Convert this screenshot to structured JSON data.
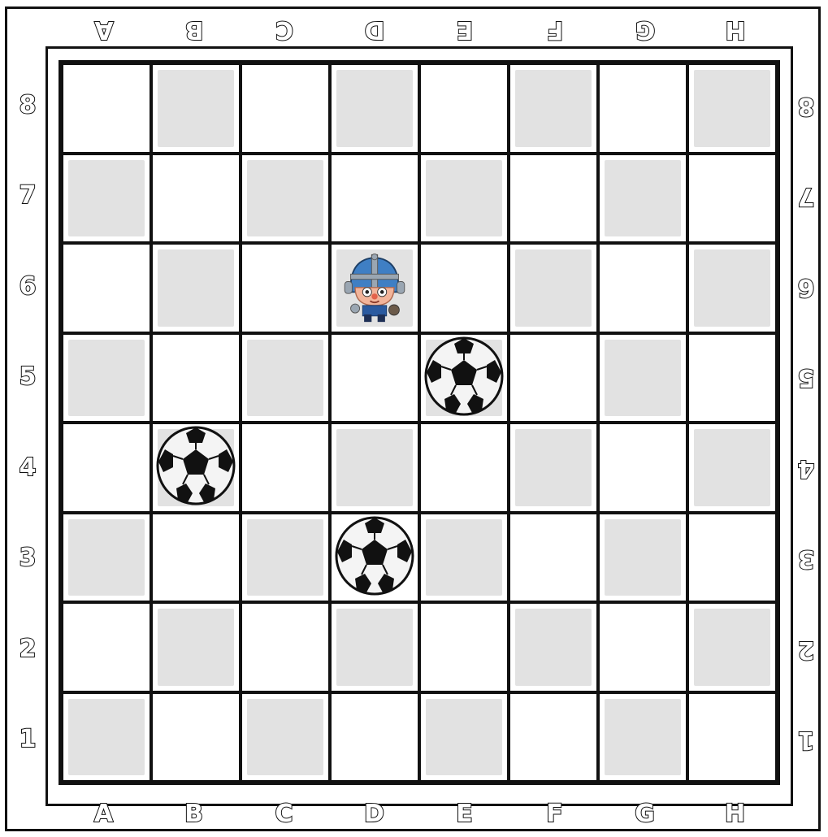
{
  "board": {
    "files_bottom": [
      "A",
      "B",
      "C",
      "D",
      "E",
      "F",
      "G",
      "H"
    ],
    "files_top": [
      "A",
      "B",
      "C",
      "D",
      "E",
      "F",
      "G",
      "H"
    ],
    "ranks_left": [
      "8",
      "7",
      "6",
      "5",
      "4",
      "3",
      "2",
      "1"
    ],
    "ranks_right": [
      "8",
      "7",
      "6",
      "5",
      "4",
      "3",
      "2",
      "1"
    ],
    "shaded_color": "#e2e2e2",
    "line_color": "#111111"
  },
  "pieces": [
    {
      "square": "D6",
      "type": "knight-character",
      "icon": "helmet-knight-icon"
    },
    {
      "square": "E5",
      "type": "soccer-ball",
      "icon": "soccer-ball-icon"
    },
    {
      "square": "B4",
      "type": "soccer-ball",
      "icon": "soccer-ball-icon"
    },
    {
      "square": "D3",
      "type": "soccer-ball",
      "icon": "soccer-ball-icon"
    }
  ]
}
